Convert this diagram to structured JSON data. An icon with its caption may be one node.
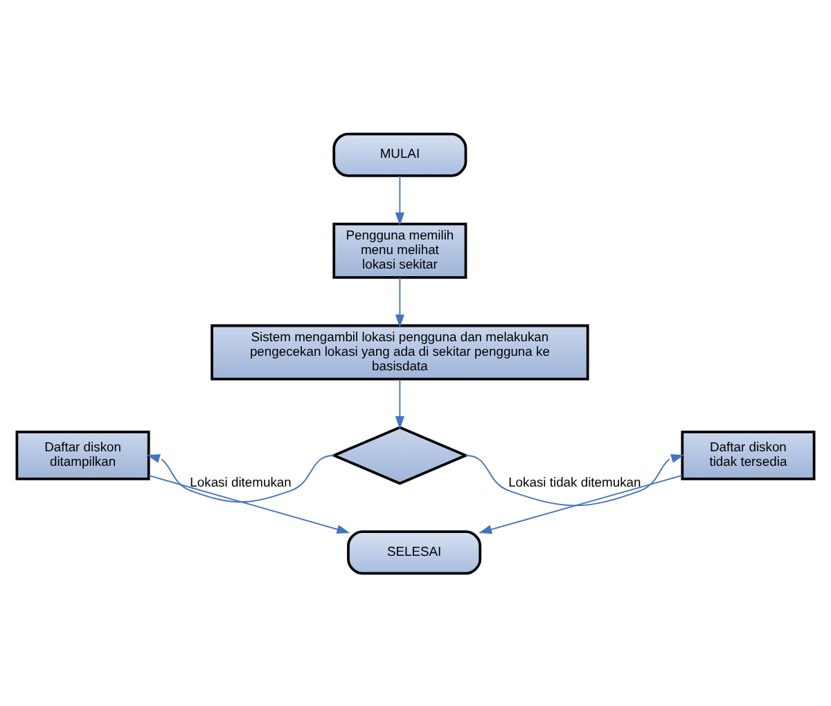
{
  "diagram": {
    "nodes": [
      {
        "text": [
          "MULAI"
        ]
      },
      {
        "text": [
          "Pengguna memilih menu melihat lokasi sekitar"
        ]
      },
      {
        "text": [
          "Sistem mengambil lokasi pengguna dan melakukan pengecekan lokasi yang ada di sekitar pengguna ke basisdata"
        ]
      },
      {
        "text": [],
        "shape": "diamond"
      },
      {
        "text": [
          "Daftar diskon ditampilkan"
        ]
      },
      {
        "text": [
          "Daftar diskon tidak tersedia"
        ]
      },
      {
        "text": [
          "SELESAI"
        ]
      }
    ],
    "edges": [
      {
        "from": 0,
        "to": 1,
        "arrow": "to"
      },
      {
        "from": 1,
        "to": 2,
        "arrow": "to"
      },
      {
        "from": 2,
        "to": 3,
        "arrow": "to"
      },
      {
        "from": 3,
        "to": 4,
        "arrow": "to",
        "label": "Lokasi ditemukan"
      },
      {
        "from": 3,
        "to": 5,
        "arrow": "to",
        "label": "Lokasi tidak ditemukan"
      },
      {
        "from": 4,
        "to": 6,
        "arrow": "to"
      },
      {
        "from": 5,
        "to": 6,
        "arrow": "to"
      }
    ]
  }
}
